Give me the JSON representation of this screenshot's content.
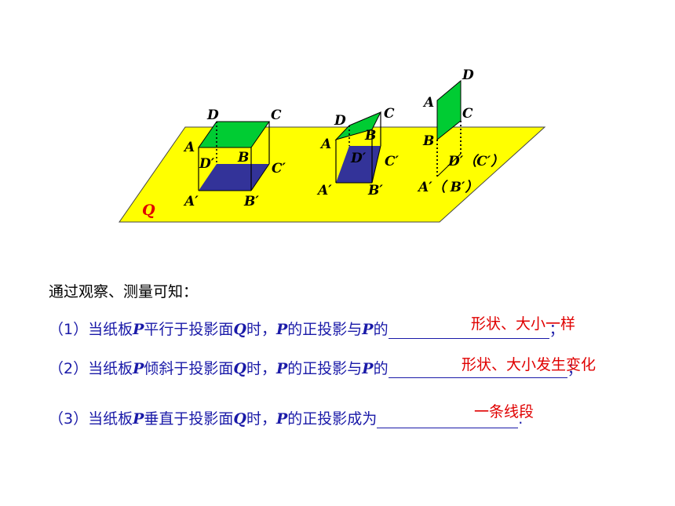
{
  "figure": {
    "plane_label": "Q",
    "cube1": {
      "D": "D",
      "C": "C",
      "A": "A",
      "B": "B",
      "Dp": "D′",
      "Cp": "C′",
      "Ap": "A′",
      "Bp": "B′"
    },
    "cube2": {
      "D": "D",
      "C": "C",
      "A": "A",
      "B": "B",
      "Dp": "D′",
      "Cp": "C′",
      "Ap": "A′",
      "Bp": "B′"
    },
    "board3": {
      "D": "D",
      "A": "A",
      "C": "C",
      "B": "B",
      "DCp": "D′（C′）",
      "ABp": "A′（ B′）"
    },
    "colors": {
      "plane": "#ffff00",
      "board": "#00cc33",
      "projection": "#333399"
    }
  },
  "text": {
    "intro": "通过观察、测量可知：",
    "l1": {
      "a": "（1）当纸板",
      "P": "P",
      "b": "平行于投影面",
      "Q": "Q",
      "c": "时，",
      "P2": "P",
      "d": "的正投影与",
      "P3": "P",
      "e": "的",
      "end": "；",
      "answer": "形状、大小一样"
    },
    "l2": {
      "a": "（2）当纸板",
      "P": "P",
      "b": "倾斜于投影面",
      "Q": "Q",
      "c": "时，",
      "P2": "P",
      "d": "的正投影与",
      "P3": "P",
      "e": "的",
      "end": "；",
      "answer": "形状、大小发生变化"
    },
    "l3": {
      "a": "（3）当纸板",
      "P": "P",
      "b": "垂直于投影面",
      "Q": "Q",
      "c": "时，",
      "P2": "P",
      "d": "的正投影成为",
      "end": ".",
      "answer": "一条线段"
    }
  }
}
